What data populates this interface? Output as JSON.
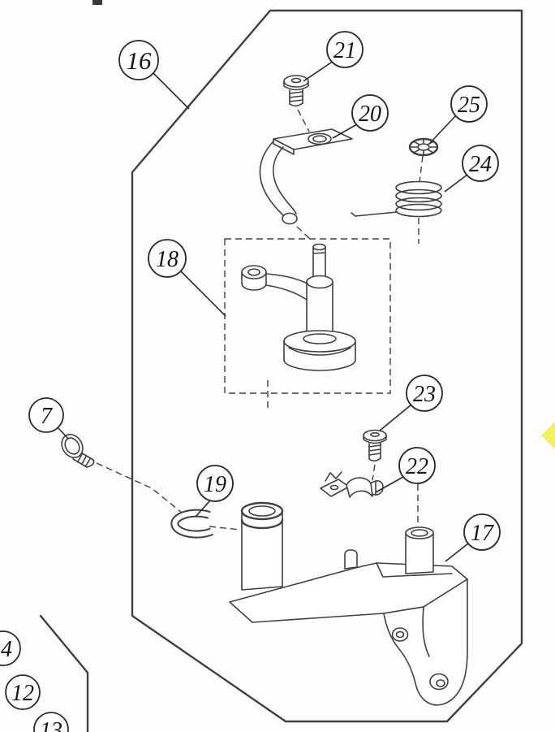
{
  "figure": {
    "kind": "exploded-parts-diagram",
    "boundary_group_label": "16"
  },
  "colors": {
    "background": "#fefdfb",
    "line": "#3f3f3f",
    "callout_text": "#151515",
    "marker_yellow": "#f4ef5f"
  },
  "callouts": [
    {
      "label": "16",
      "part": "assembly-group-boundary"
    },
    {
      "label": "21",
      "part": "pan-head-screw"
    },
    {
      "label": "20",
      "part": "bent-bracket"
    },
    {
      "label": "25",
      "part": "toothed-lock-washer"
    },
    {
      "label": "24",
      "part": "coil-spring"
    },
    {
      "label": "18",
      "part": "crank-roller-assembly"
    },
    {
      "label": "7",
      "part": "shoulder-screw"
    },
    {
      "label": "19",
      "part": "e-ring-clip"
    },
    {
      "label": "23",
      "part": "pan-head-screw"
    },
    {
      "label": "22",
      "part": "cord-clamp"
    },
    {
      "label": "17",
      "part": "base-bracket"
    },
    {
      "label": "4",
      "part": "adjacent-group-partial"
    },
    {
      "label": "12",
      "part": "adjacent-group-partial"
    },
    {
      "label": "13",
      "part": "adjacent-group-partial"
    }
  ]
}
